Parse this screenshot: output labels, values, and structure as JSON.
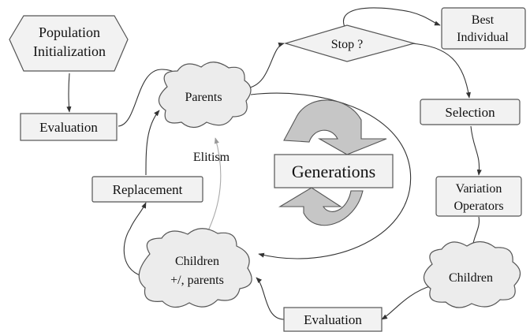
{
  "nodes": {
    "population_init": [
      "Population",
      "Initialization"
    ],
    "evaluation_top": "Evaluation",
    "parents": "Parents",
    "stop": "Stop ?",
    "best_individual": [
      "Best",
      "Individual"
    ],
    "selection": "Selection",
    "variation_operators": [
      "Variation",
      "Operators"
    ],
    "children": "Children",
    "evaluation_bottom": "Evaluation",
    "children_parents": [
      "Children",
      "+/, parents"
    ],
    "replacement": "Replacement",
    "generations": "Generations"
  },
  "edge_labels": {
    "elitism": "Elitism"
  },
  "colors": {
    "box_fill": "#f2f2f2",
    "cloud_fill": "#ececec",
    "stroke": "#555555",
    "cycle_arrow_fill": "#c6c6c6"
  }
}
